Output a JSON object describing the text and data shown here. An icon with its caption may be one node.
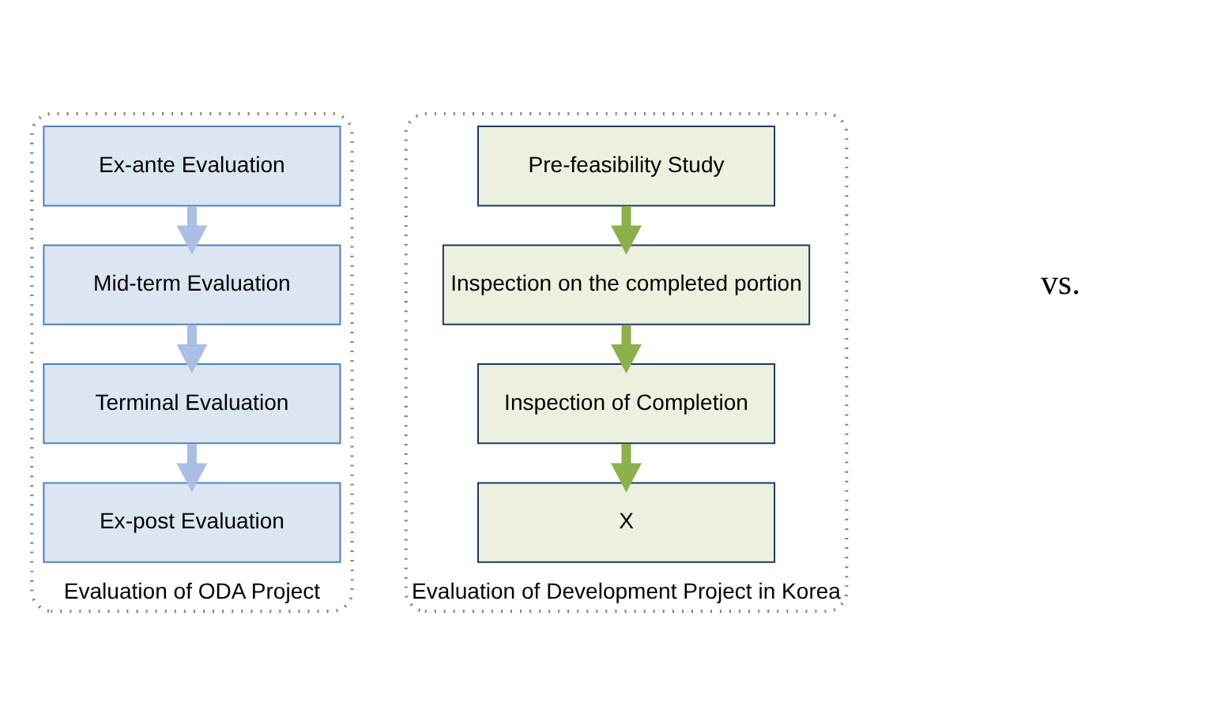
{
  "diagram": {
    "nodes": [
      {
        "text": [
          "Evaluation of ODA Project"
        ]
      },
      {
        "text": [
          "Ex-ante Evaluation"
        ],
        "in": 0
      },
      {
        "text": [
          "Mid-term Evaluation"
        ],
        "in": 0
      },
      {
        "text": [
          "Terminal Evaluation"
        ],
        "in": 0
      },
      {
        "text": [
          "Ex-post Evaluation"
        ],
        "in": 0
      },
      {
        "text": [
          "Evaluation of Development Project in Korea"
        ]
      },
      {
        "text": [
          "Pre-feasibility Study"
        ],
        "in": 5
      },
      {
        "text": [
          "Inspection on the completed portion"
        ],
        "in": 5
      },
      {
        "text": [
          "Inspection of Completion"
        ],
        "in": 5
      },
      {
        "text": [
          "X"
        ],
        "in": 5
      }
    ],
    "edges": [
      {
        "from": 1,
        "to": 2,
        "arrow": "to",
        "color": "#a9bfe3"
      },
      {
        "from": 2,
        "to": 3,
        "arrow": "to",
        "color": "#a9bfe3"
      },
      {
        "from": 3,
        "to": 4,
        "arrow": "to",
        "color": "#a9bfe3"
      },
      {
        "from": 6,
        "to": 7,
        "arrow": "to",
        "color": "#8cb04a"
      },
      {
        "from": 7,
        "to": 8,
        "arrow": "to",
        "color": "#8cb04a"
      },
      {
        "from": 8,
        "to": 9,
        "arrow": "to",
        "color": "#8cb04a"
      }
    ],
    "labels": [
      "vs."
    ]
  }
}
